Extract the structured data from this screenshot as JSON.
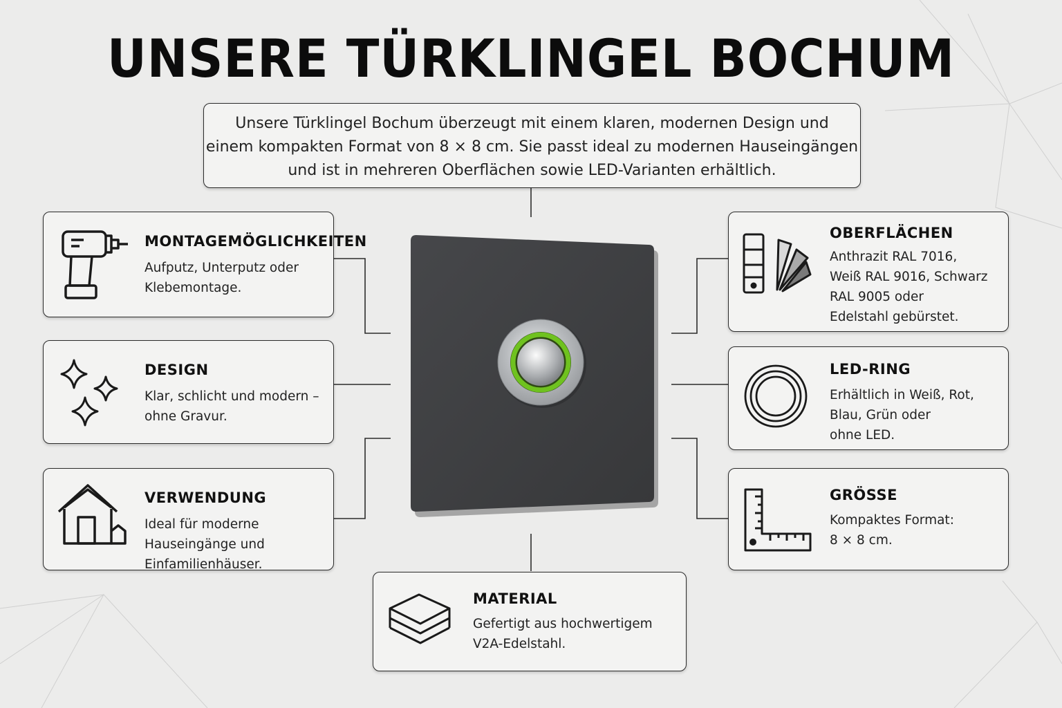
{
  "title": "UNSERE TÜRKLINGEL BOCHUM",
  "intro": {
    "lines": [
      "Unsere Türklingel Bochum überzeugt mit einem klaren, modernen Design und",
      "einem kompakten Format von 8 × 8 cm. Sie passt ideal zu modernen Hauseingängen",
      "und ist in mehreren Oberflächen sowie LED-Varianten erhältlich."
    ]
  },
  "cards": {
    "montage": {
      "icon": "drill-icon",
      "title": "MONTAGEMÖGLICHKEITEN",
      "lines": [
        "Aufputz, Unterputz oder",
        "Klebemontage."
      ]
    },
    "design": {
      "icon": "sparkles-icon",
      "title": "DESIGN",
      "lines": [
        "Klar, schlicht und modern –",
        "ohne Gravur."
      ]
    },
    "verwendung": {
      "icon": "house-icon",
      "title": "VERWENDUNG",
      "lines": [
        "Ideal für moderne",
        "Hauseingänge und",
        "Einfamilienhäuser."
      ]
    },
    "oberflaechen": {
      "icon": "color-swatch-icon",
      "title": "OBERFLÄCHEN",
      "lines": [
        "Anthrazit RAL 7016,",
        "Weiß RAL 9016, Schwarz",
        "RAL 9005 oder",
        "Edelstahl gebürstet."
      ]
    },
    "ledring": {
      "icon": "ring-icon",
      "title": "LED-RING",
      "lines": [
        "Erhältlich in Weiß, Rot,",
        "Blau, Grün oder",
        "ohne LED."
      ]
    },
    "groesse": {
      "icon": "ruler-icon",
      "title": "GRÖSSE",
      "lines": [
        "Kompaktes Format:",
        "8 × 8 cm."
      ]
    },
    "material": {
      "icon": "layers-icon",
      "title": "MATERIAL",
      "lines": [
        "Gefertigt aus hochwertigem",
        "V2A-Edelstahl."
      ]
    }
  },
  "colors": {
    "background": "#ececeb",
    "plate": "#3f4042",
    "led": "#5fae1e",
    "steel": "#c9cbcd"
  }
}
